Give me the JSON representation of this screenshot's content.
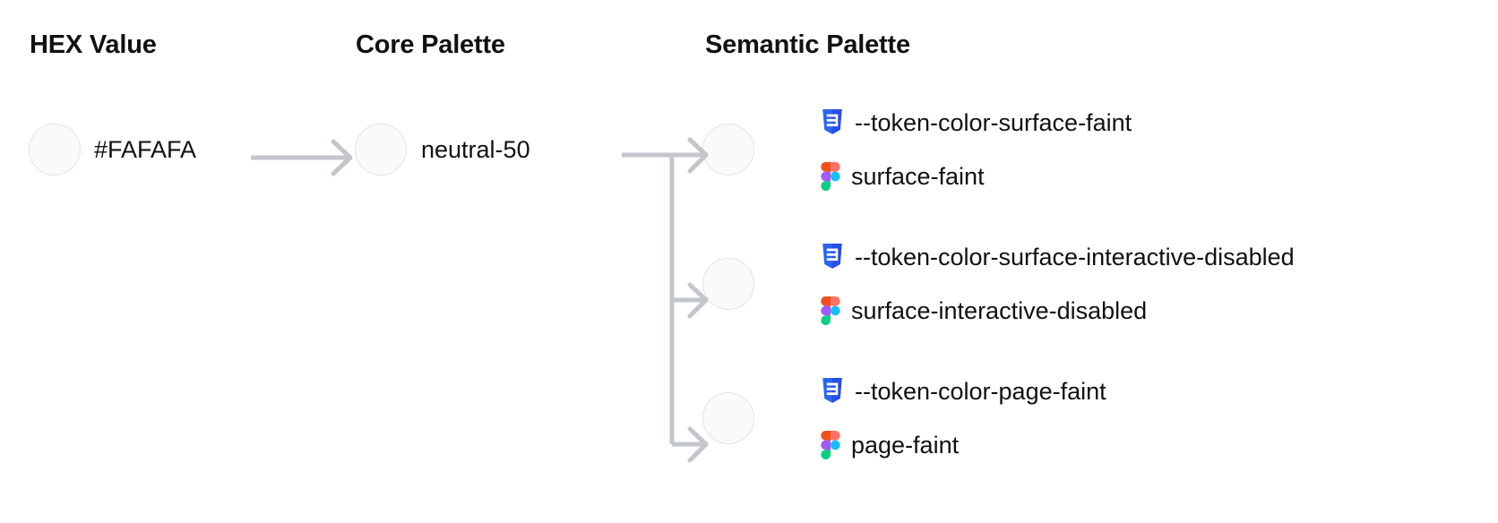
{
  "columns": {
    "hex": {
      "heading": "HEX Value"
    },
    "core": {
      "heading": "Core Palette"
    },
    "semantic": {
      "heading": "Semantic Palette"
    }
  },
  "hex_value": {
    "label": "#FAFAFA",
    "swatch_color": "#FAFAFA"
  },
  "core_value": {
    "label": "neutral-50",
    "swatch_color": "#FAFAFA"
  },
  "semantic_tokens": [
    {
      "swatch_color": "#FAFAFA",
      "css_icon": "css3-icon",
      "css_token": "--token-color-surface-faint",
      "figma_icon": "figma-icon",
      "figma_token": "surface-faint"
    },
    {
      "swatch_color": "#FAFAFA",
      "css_icon": "css3-icon",
      "css_token": "--token-color-surface-interactive-disabled",
      "figma_icon": "figma-icon",
      "figma_token": "surface-interactive-disabled"
    },
    {
      "swatch_color": "#FAFAFA",
      "css_icon": "css3-icon",
      "css_token": "--token-color-page-faint",
      "figma_icon": "figma-icon",
      "figma_token": "page-faint"
    }
  ],
  "theme": {
    "background": "#FFFFFF",
    "text_color": "#111113",
    "connector_color": "#C3C6CD",
    "swatch_border": "#E3E3E6",
    "css_icon_blue": "#2965F1",
    "css_icon_blue_dark": "#264DE4",
    "figma_red": "#F24E1E",
    "figma_orange": "#FF7262",
    "figma_purple": "#A259FF",
    "figma_blue": "#1ABCFE",
    "figma_green": "#0ACF83"
  }
}
